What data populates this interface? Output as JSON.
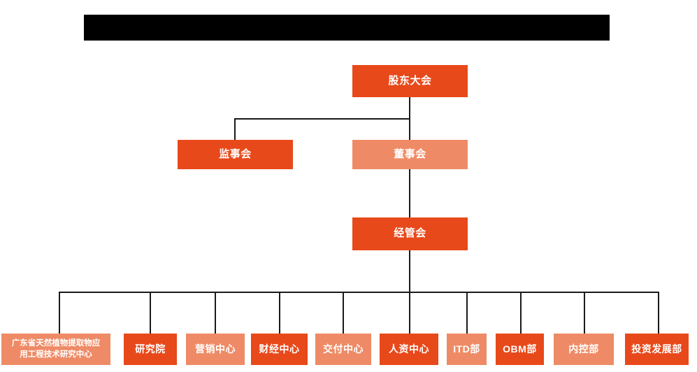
{
  "page": {
    "title_bar": {
      "name": "redacted-title-bar",
      "text": "",
      "color": "#000000"
    },
    "background_color": "#ffffff"
  },
  "theme": {
    "node_dark": "#E8491B",
    "node_light": "#EE8B66",
    "connector": "#1a1a1a",
    "node_text": "#ffffff"
  },
  "chart": {
    "type": "org-chart",
    "levels": [
      {
        "level": 1,
        "nodes": [
          {
            "id": "shareholders",
            "label": "股东大会",
            "tone": "dark"
          }
        ]
      },
      {
        "level": 2,
        "nodes": [
          {
            "id": "supervisory-board",
            "label": "监事会",
            "tone": "dark"
          },
          {
            "id": "board-of-directors",
            "label": "董事会",
            "tone": "light"
          }
        ]
      },
      {
        "level": 3,
        "nodes": [
          {
            "id": "management-committee",
            "label": "经管会",
            "tone": "dark"
          }
        ]
      },
      {
        "level": 4,
        "nodes": [
          {
            "id": "research-center-gd",
            "label": "广东省天然植物提取物应用工程技术研究中心",
            "label_line1": "广东省天然植物提取物应",
            "label_line2": "用工程技术研究中心",
            "tone": "light"
          },
          {
            "id": "research-institute",
            "label": "研究院",
            "tone": "dark"
          },
          {
            "id": "marketing-center",
            "label": "营销中心",
            "tone": "light"
          },
          {
            "id": "finance-center",
            "label": "财经中心",
            "tone": "dark"
          },
          {
            "id": "delivery-center",
            "label": "交付中心",
            "tone": "light"
          },
          {
            "id": "hr-center",
            "label": "人资中心",
            "tone": "dark"
          },
          {
            "id": "itd-department",
            "label": "ITD部",
            "tone": "light"
          },
          {
            "id": "obm-department",
            "label": "OBM部",
            "tone": "dark"
          },
          {
            "id": "internal-control-department",
            "label": "内控部",
            "tone": "light"
          },
          {
            "id": "investment-development-department",
            "label": "投资发展部",
            "tone": "dark"
          }
        ]
      }
    ]
  }
}
